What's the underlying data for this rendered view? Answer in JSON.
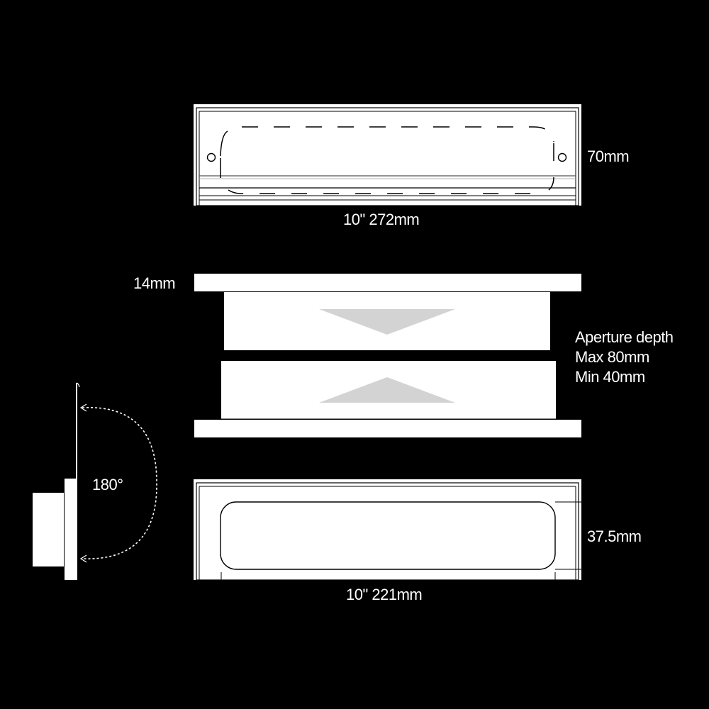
{
  "diagram": {
    "front_view_top": {
      "height_label": "70mm",
      "width_label": "10\" 272mm"
    },
    "depth_view": {
      "plate_thickness_label": "14mm",
      "aperture_depth": {
        "title": "Aperture depth",
        "max": "Max 80mm",
        "min": "Min 40mm"
      }
    },
    "hinge_view": {
      "angle_label": "180°"
    },
    "front_view_bottom": {
      "height_label": "37.5mm",
      "width_label": "10\" 221mm"
    },
    "colors": {
      "background": "#000000",
      "plate": "#ffffff",
      "line": "#000000",
      "arrow_fill": "#d3d3d3"
    }
  }
}
